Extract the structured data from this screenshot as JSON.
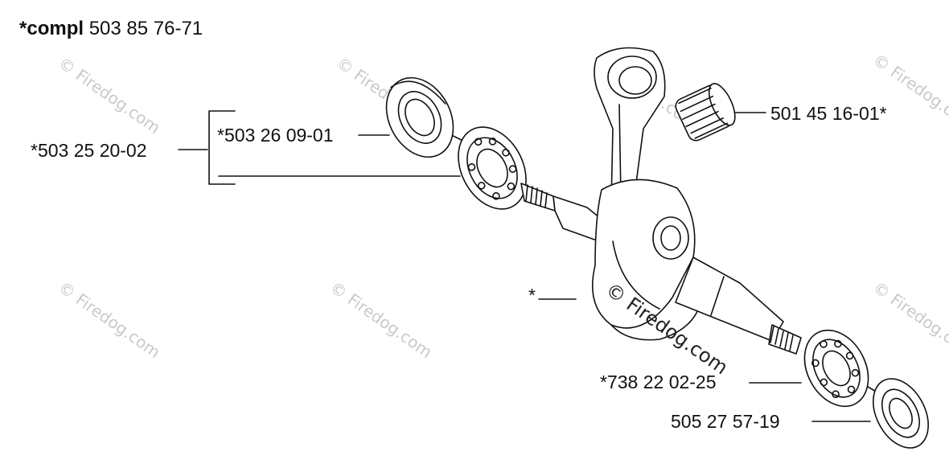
{
  "title": {
    "prefix": "*compl",
    "number": "503 85 76-71"
  },
  "parts": {
    "bearing_kit": "*503 25 20-02",
    "seal_left": "*503 26 09-01",
    "needle_bearing": "501 45 16-01*",
    "crankshaft": "*",
    "bearing_right": "*738 22 02-25",
    "seal_right": "505 27 57-19"
  },
  "watermark": {
    "text": "© Firedog.com"
  },
  "colors": {
    "line": "#111111",
    "watermark": "#c9c9c9"
  }
}
